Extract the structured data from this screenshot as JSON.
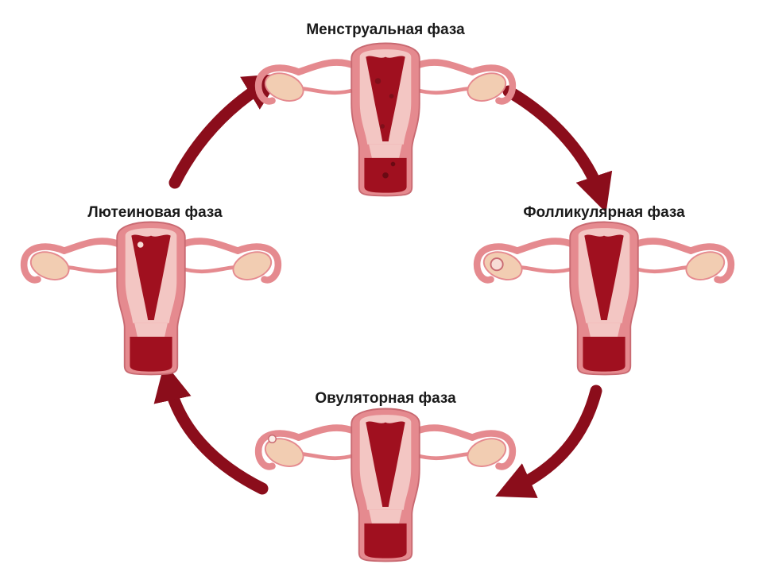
{
  "phases": [
    {
      "id": "menstrual",
      "label": "Менструальная фаза"
    },
    {
      "id": "follicular",
      "label": "Фолликулярная фаза"
    },
    {
      "id": "ovulatory",
      "label": "Овуляторная фаза"
    },
    {
      "id": "luteal",
      "label": "Лютеиновая фаза"
    }
  ],
  "colors": {
    "arrow": "#8b0d1b",
    "uterus_outer": "#e58a8f",
    "uterus_light": "#f3c6c3",
    "uterus_dark": "#a0101f",
    "uterus_outline": "#7e0f1a",
    "ovary": "#f2cdb2"
  }
}
